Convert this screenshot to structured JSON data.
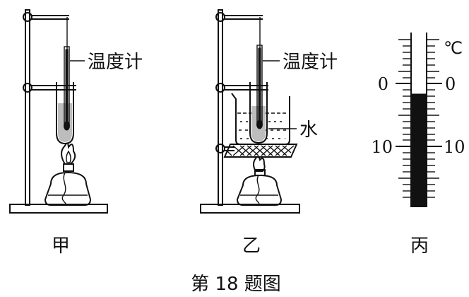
{
  "labels": {
    "thermometer_jia": "温度计",
    "thermometer_yi": "温度计",
    "water": "水",
    "jia": "甲",
    "yi": "乙",
    "bing": "丙",
    "caption": "第 18 题图"
  },
  "scale": {
    "unit": "℃",
    "left_ticks": [
      "0",
      "10"
    ],
    "right_ticks": [
      "0",
      "10"
    ],
    "reading_celsius": -2
  }
}
